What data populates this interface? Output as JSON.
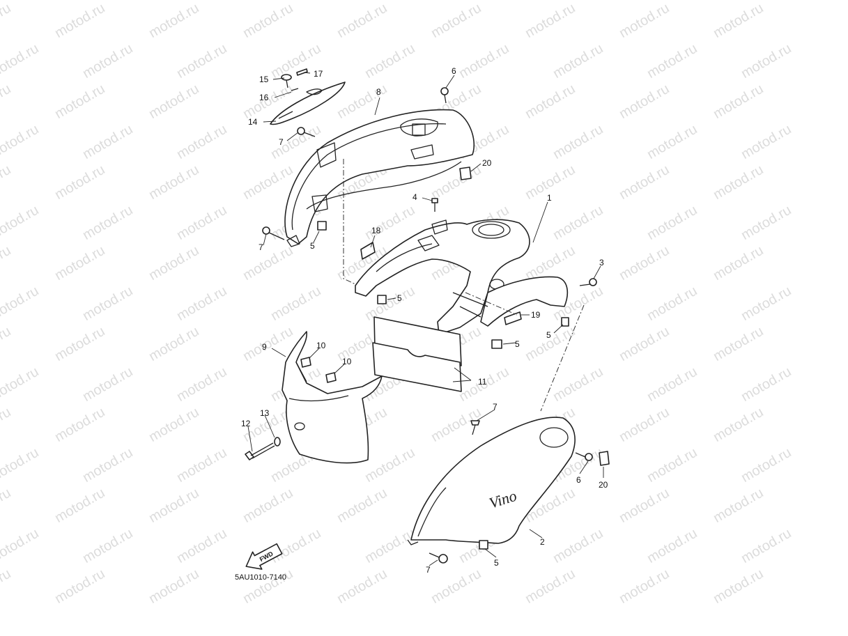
{
  "watermark": "motod.ru",
  "diagram_code": "5AU1010-7140",
  "fwd_label": "FWD",
  "logo_text": "Vino",
  "callouts": {
    "c1": "1",
    "c2": "2",
    "c3": "3",
    "c4": "4",
    "c5a": "5",
    "c5b": "5",
    "c5c": "5",
    "c5d": "5",
    "c5e": "5",
    "c6a": "6",
    "c6b": "6",
    "c7a": "7",
    "c7b": "7",
    "c7c": "7",
    "c7d": "7",
    "c8": "8",
    "c9": "9",
    "c10a": "10",
    "c10b": "10",
    "c11": "11",
    "c12": "12",
    "c13": "13",
    "c14": "14",
    "c15": "15",
    "c16": "16",
    "c17": "17",
    "c18": "18",
    "c19": "19",
    "c20a": "20",
    "c20b": "20"
  }
}
